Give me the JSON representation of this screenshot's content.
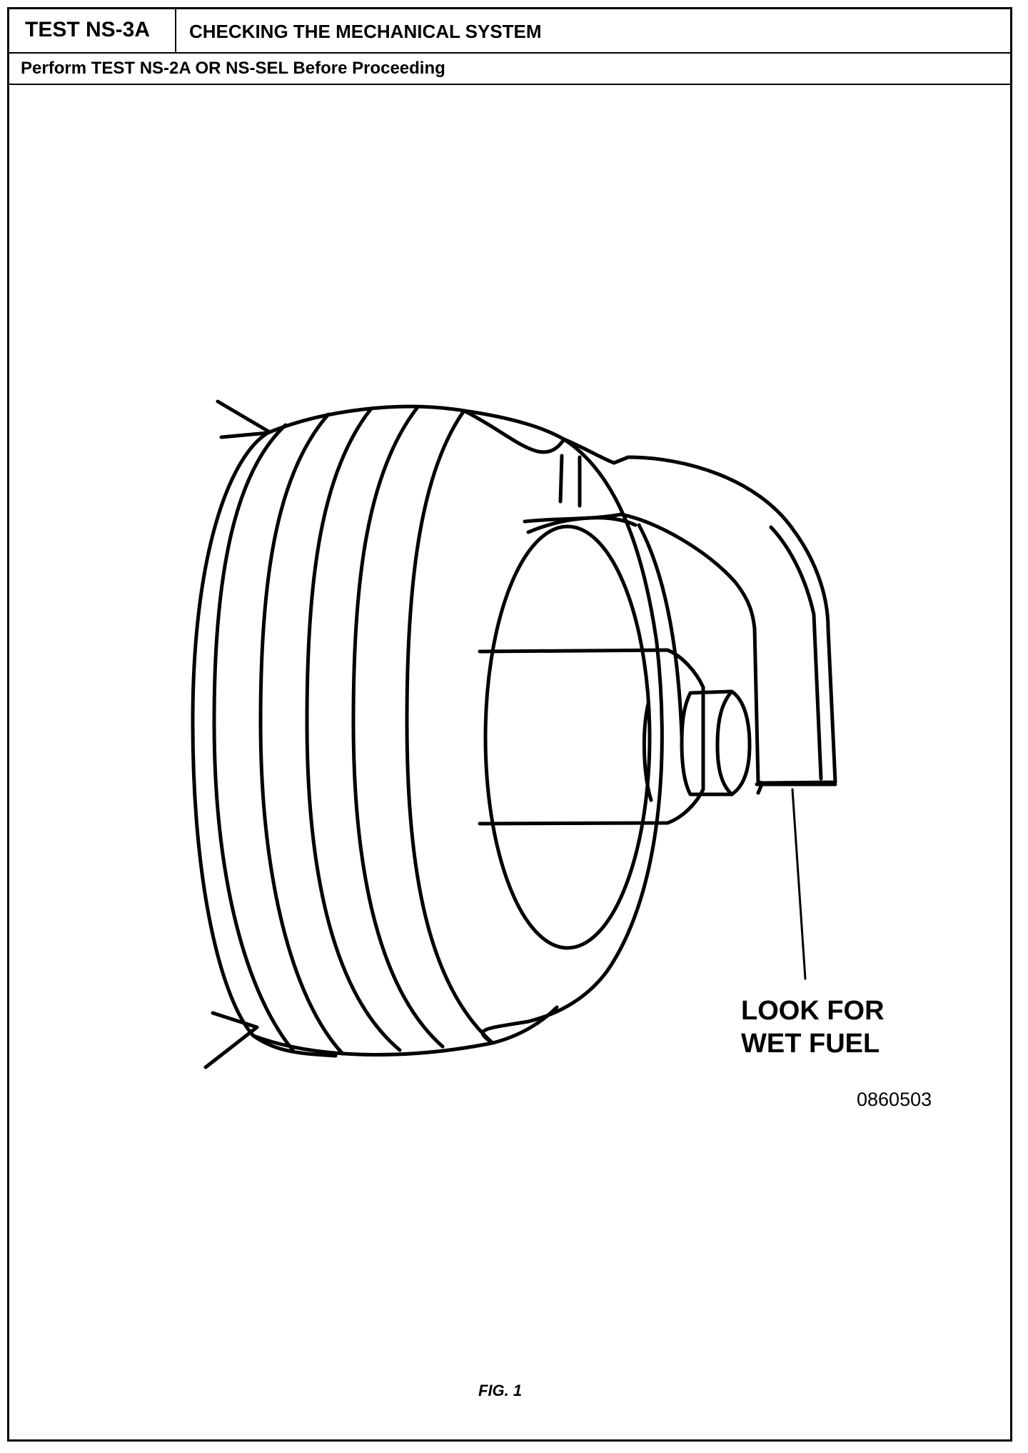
{
  "header": {
    "test_id": "TEST NS-3A",
    "title": "CHECKING THE MECHANICAL SYSTEM",
    "subheader": "Perform TEST NS-2A OR NS-SEL Before Proceeding"
  },
  "figure": {
    "callout_line1": "LOOK FOR",
    "callout_line2": "WET FUEL",
    "code": "0860503",
    "caption": "FIG. 1"
  }
}
